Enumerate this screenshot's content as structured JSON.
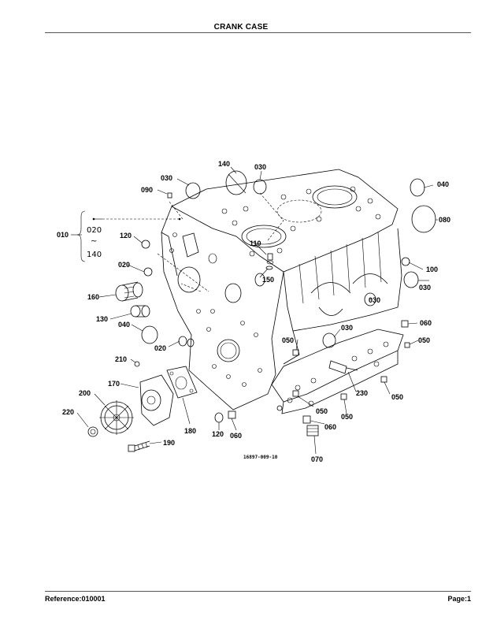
{
  "header": {
    "title": "CRANK CASE"
  },
  "footer": {
    "reference": "Reference:010001",
    "page": "Page:1"
  },
  "diagram": {
    "figure_number": "16897-009-10",
    "callouts": {
      "c140_top": "140",
      "c030_top": "030",
      "c030_left": "030",
      "c090": "090",
      "c040_right": "040",
      "c080": "080",
      "c010": "010",
      "c020_bracket": "020",
      "c140_bracket": "140",
      "c120_left": "120",
      "c110": "110",
      "c020_left": "020",
      "c150": "150",
      "c100": "100",
      "c160": "160",
      "c030_right": "030",
      "c030_mid": "030",
      "c130": "130",
      "c040_left": "040",
      "c060_right": "060",
      "c030_lower": "030",
      "c050_right": "050",
      "c020_mid": "020",
      "c050_mid": "050",
      "c210": "210",
      "c170": "170",
      "c230": "230",
      "c050_bottom": "050",
      "c200": "200",
      "c050_lower": "050",
      "c220": "220",
      "c050_lowest": "050",
      "c180": "180",
      "c060_low": "060",
      "c120_bottom": "120",
      "c060_bottom": "060",
      "c190": "190",
      "c070": "070"
    }
  }
}
